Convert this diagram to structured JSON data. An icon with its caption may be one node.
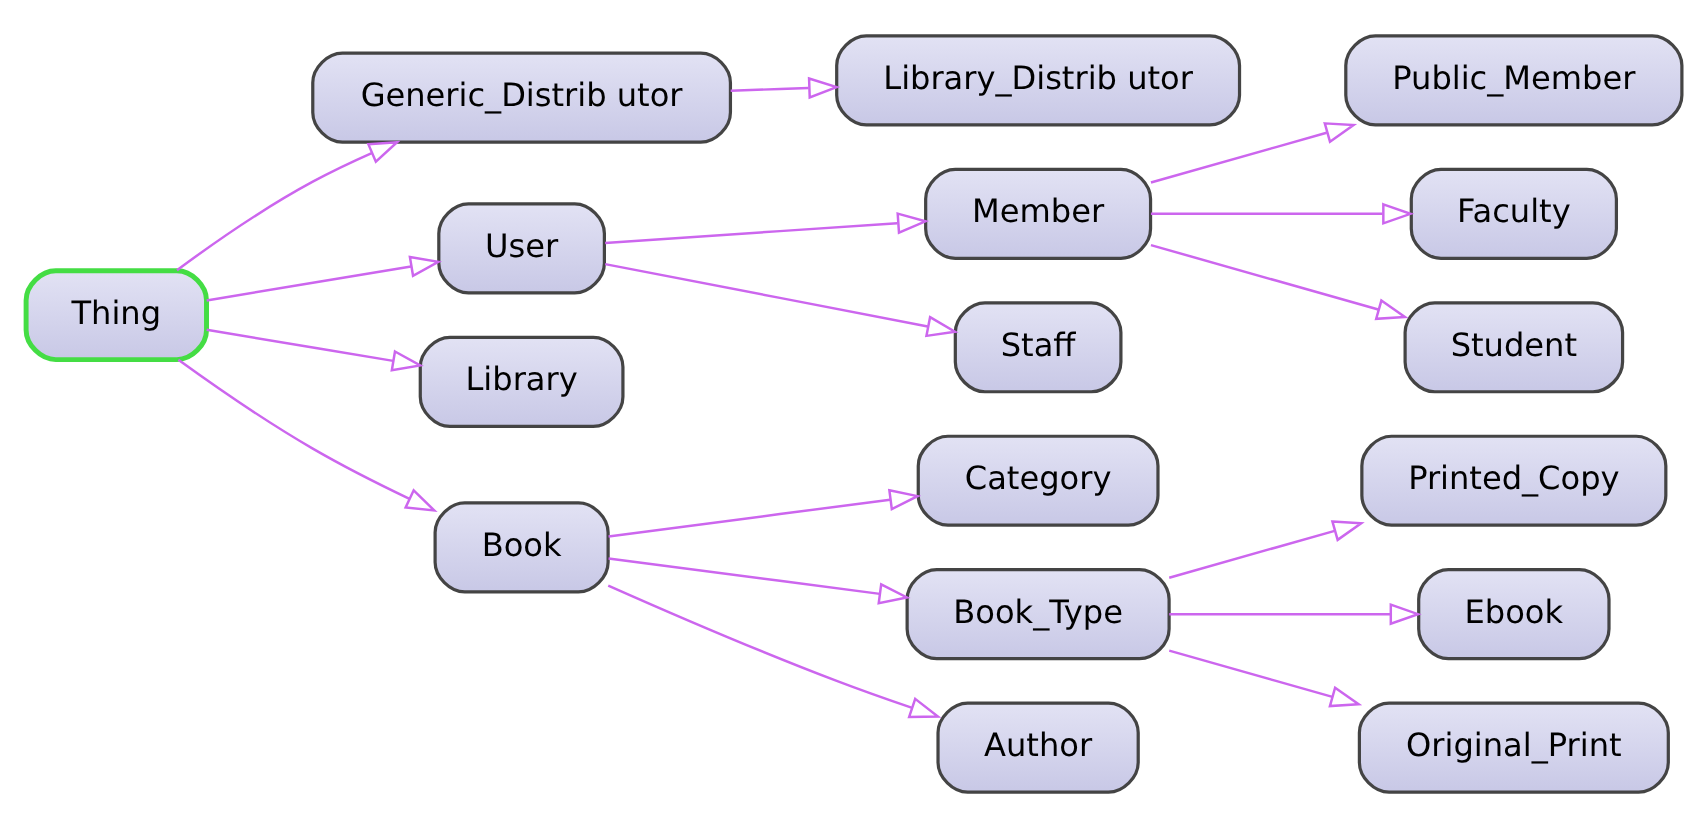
{
  "diagram": {
    "nodes": [
      {
        "text": [
          "Member"
        ]
      },
      {
        "text": [
          "Staff"
        ]
      },
      {
        "text": [
          "Library_Distrib utor"
        ]
      },
      {
        "text": [
          "Public_Member"
        ]
      },
      {
        "text": [
          "Generic_Distrib utor"
        ]
      },
      {
        "text": [
          "Faculty"
        ]
      },
      {
        "text": [
          "User"
        ]
      },
      {
        "text": [
          "Printed_Copy"
        ]
      },
      {
        "text": [
          "Student"
        ]
      },
      {
        "text": [
          "Thing"
        ]
      },
      {
        "text": [
          "Library"
        ]
      },
      {
        "text": [
          "Category"
        ]
      },
      {
        "text": [
          "Book"
        ]
      },
      {
        "text": [
          "Book_Type"
        ]
      },
      {
        "text": [
          "Author"
        ]
      },
      {
        "text": [
          "Ebook"
        ]
      },
      {
        "text": [
          "Original_Print"
        ]
      }
    ],
    "edges": [
      {
        "from": 0,
        "to": 3,
        "arrow": "to"
      },
      {
        "from": 0,
        "to": 5,
        "arrow": "to"
      },
      {
        "from": 0,
        "to": 8,
        "arrow": "to"
      },
      {
        "from": 6,
        "to": 0,
        "arrow": "to"
      },
      {
        "from": 6,
        "to": 1,
        "arrow": "to"
      },
      {
        "from": 4,
        "to": 2,
        "arrow": "to"
      },
      {
        "from": 9,
        "to": 6,
        "arrow": "to"
      },
      {
        "from": 9,
        "to": 4,
        "arrow": "to"
      },
      {
        "from": 9,
        "to": 10,
        "arrow": "to"
      },
      {
        "from": 9,
        "to": 12,
        "arrow": "to"
      },
      {
        "from": 12,
        "to": 11,
        "arrow": "to"
      },
      {
        "from": 12,
        "to": 14,
        "arrow": "to"
      },
      {
        "from": 12,
        "to": 13,
        "arrow": "to"
      },
      {
        "from": 13,
        "to": 15,
        "arrow": "to"
      },
      {
        "from": 13,
        "to": 7,
        "arrow": "to"
      },
      {
        "from": 13,
        "to": 16,
        "arrow": "to"
      }
    ]
  }
}
